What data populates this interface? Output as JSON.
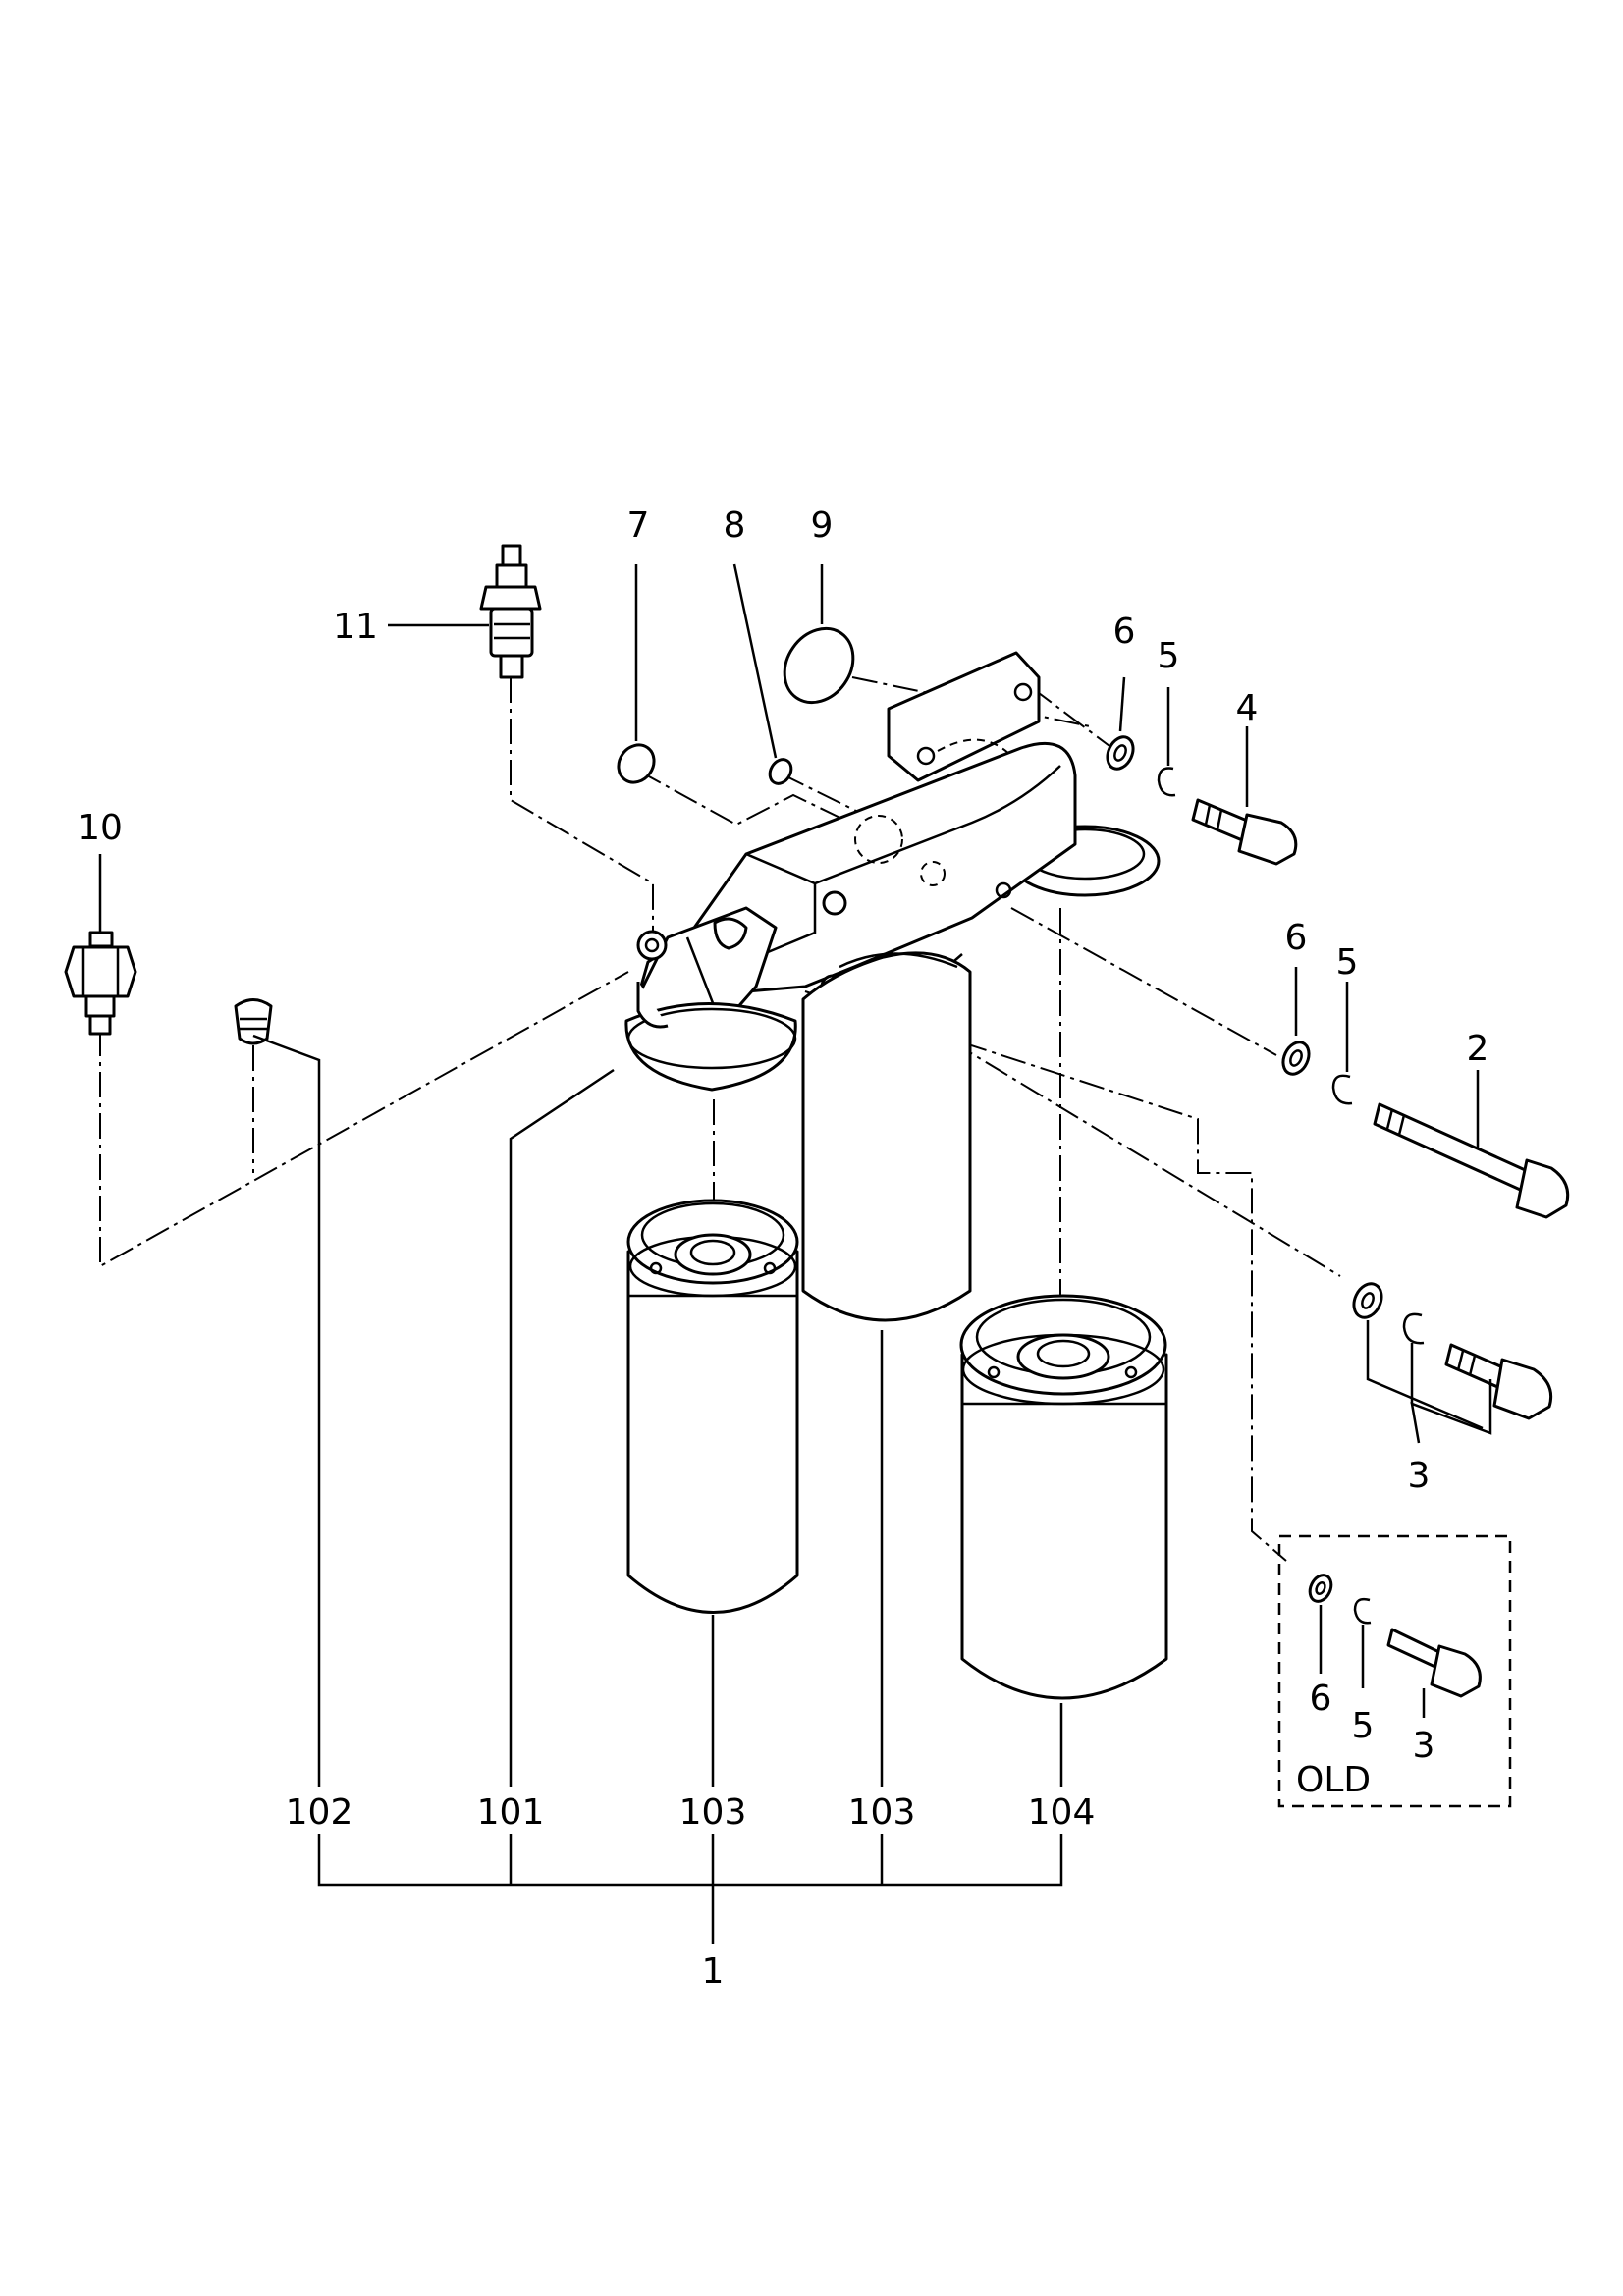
{
  "diagram": {
    "callouts": {
      "c1": "1",
      "c2": "2",
      "c3a": "3",
      "c3b": "3",
      "c4": "4",
      "c5a": "5",
      "c5b": "5",
      "c5c": "5",
      "c6a": "6",
      "c6b": "6",
      "c6c": "6",
      "c7": "7",
      "c8": "8",
      "c9": "9",
      "c10": "10",
      "c11": "11",
      "c101": "101",
      "c102": "102",
      "c103a": "103",
      "c103b": "103",
      "c104": "104"
    },
    "old_box_label": "OLD"
  }
}
